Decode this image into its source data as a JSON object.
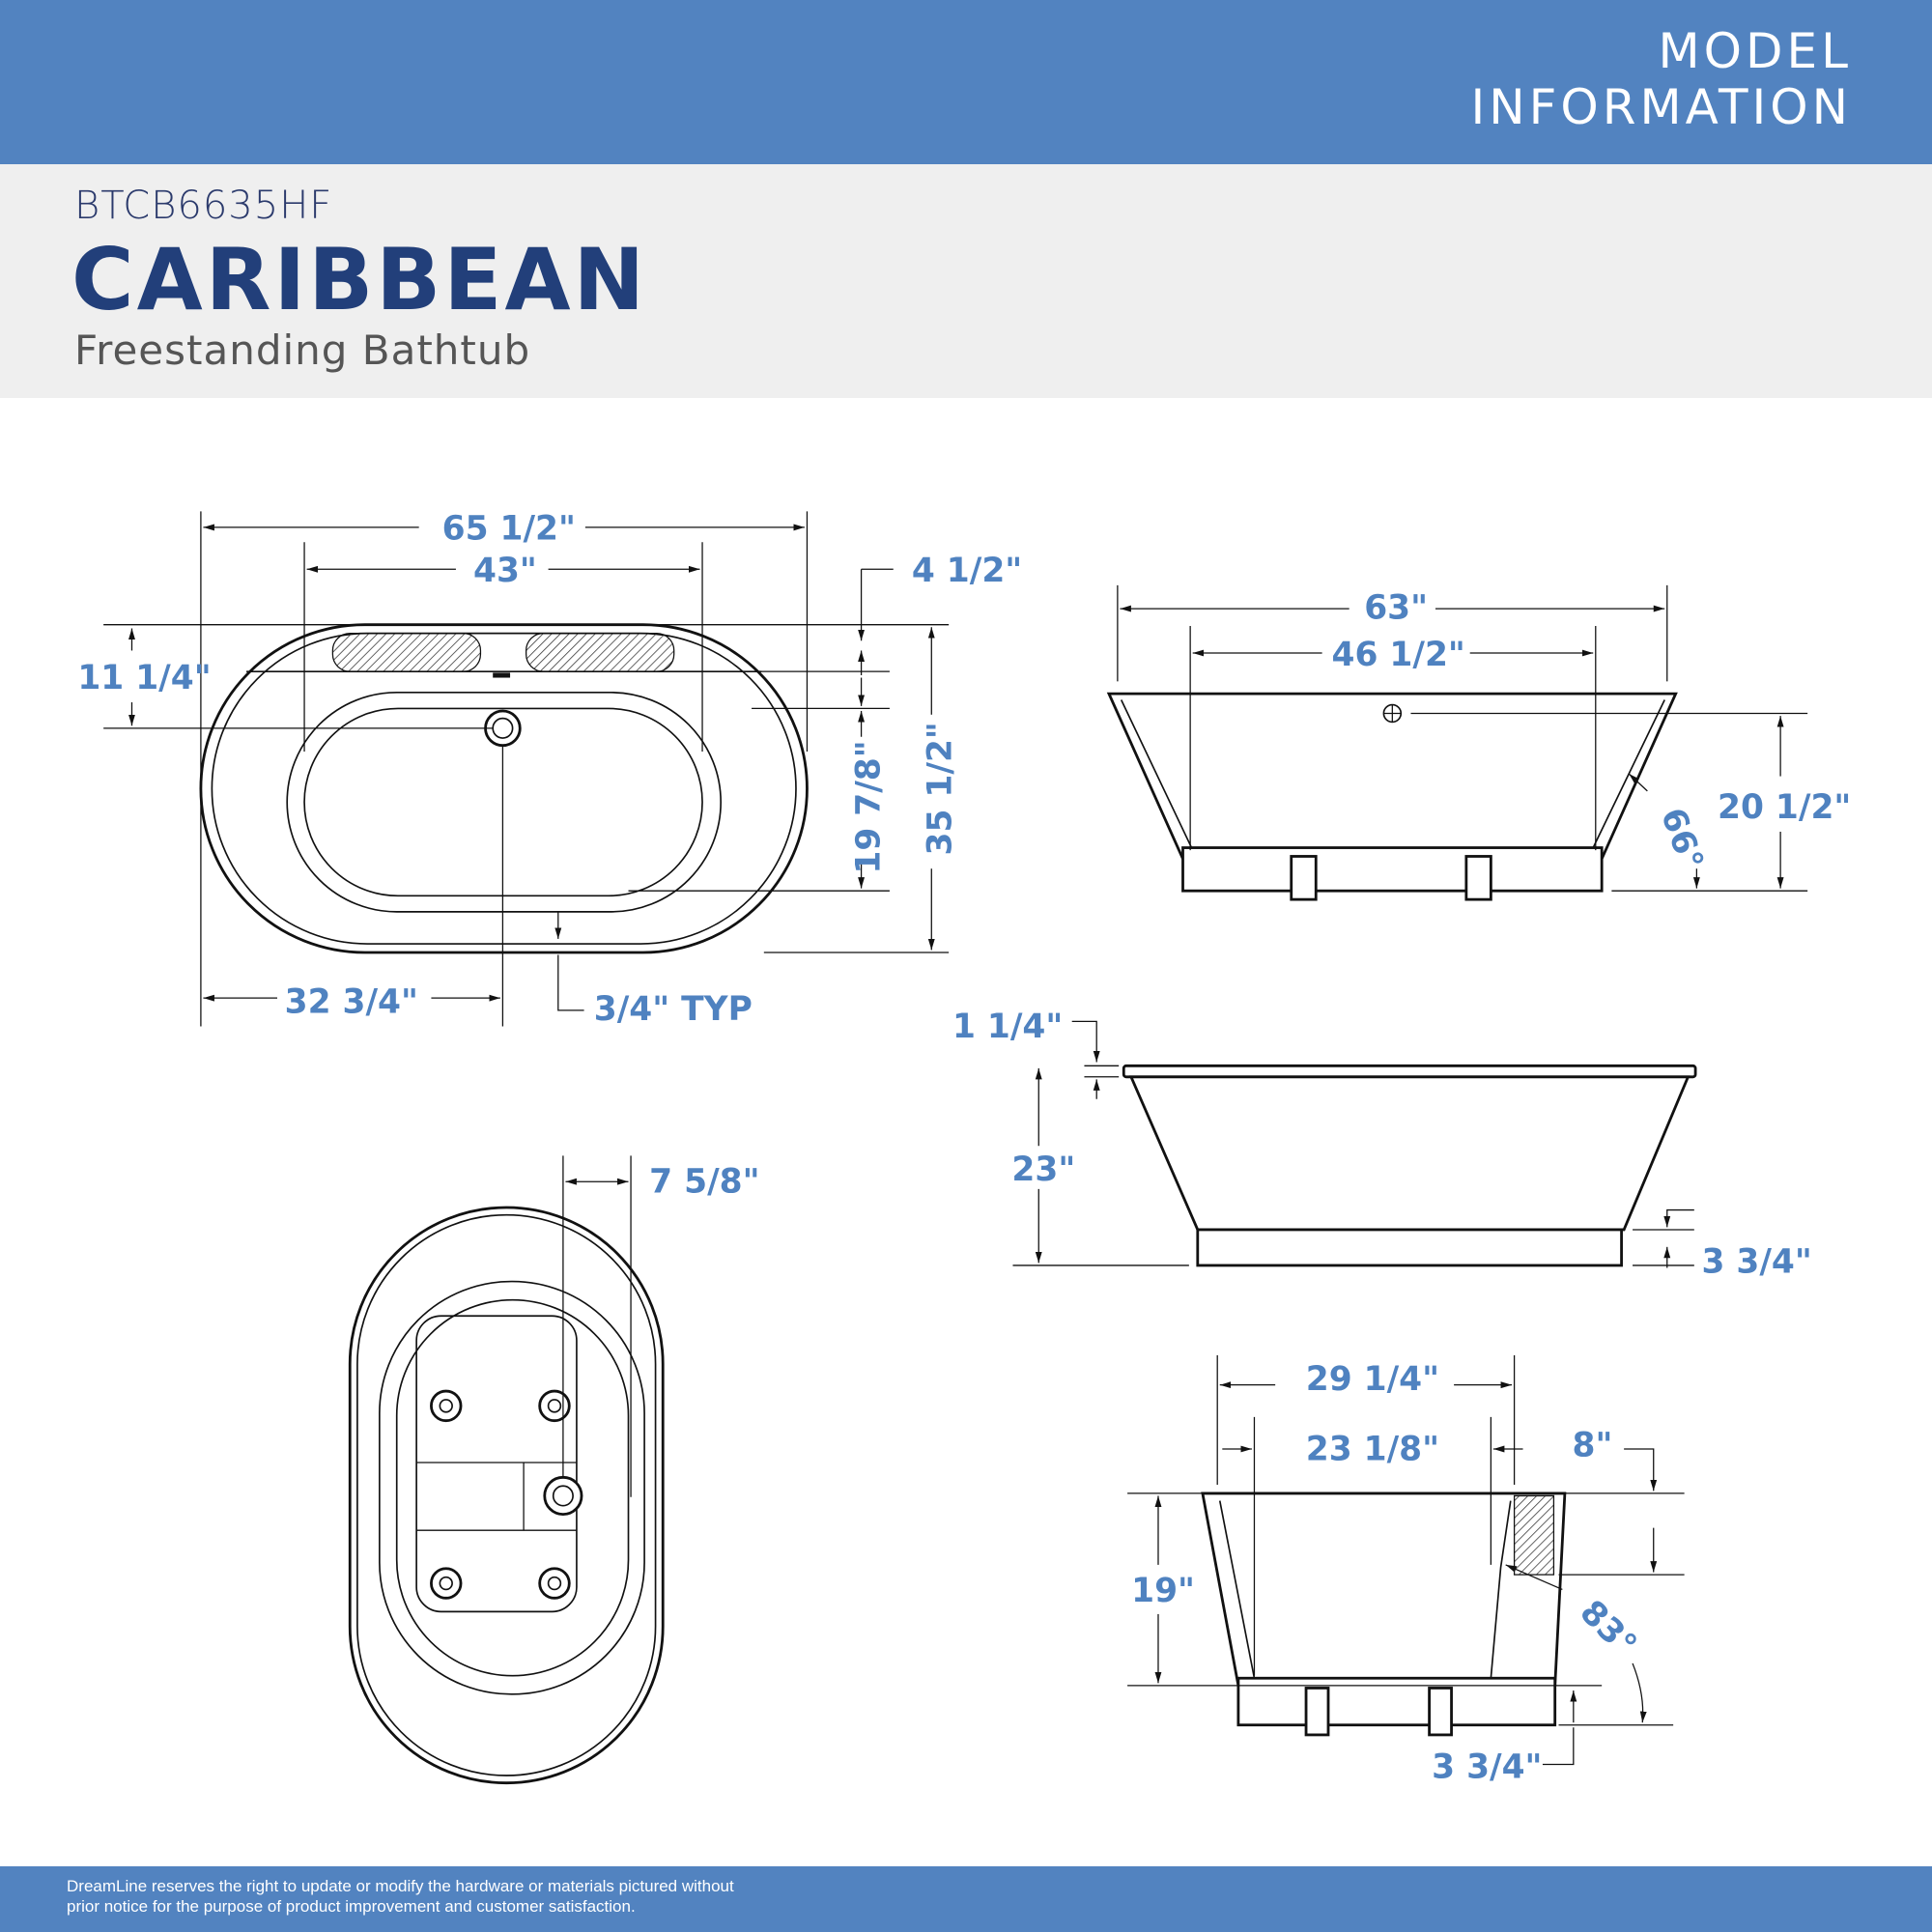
{
  "header": {
    "section_line1": "MODEL",
    "section_line2": "INFORMATION",
    "model_number": "BTCB6635HF",
    "product_name": "CARIBBEAN",
    "product_type": "Freestanding Bathtub"
  },
  "colors": {
    "brand_blue": "#5283c0",
    "dimension_blue": "#4f82c0",
    "title_navy": "#223f7a"
  },
  "top_view": {
    "overall_length": "65 1/2\"",
    "basin_length": "43\"",
    "rim_to_overflow": "4 1/2\"",
    "drain_offset": "11 1/4\"",
    "basin_width": "19 7/8\"",
    "overall_width": "35 1/2\"",
    "drain_from_end": "32 3/4\"",
    "wall_thickness": "3/4\" TYP"
  },
  "side_view": {
    "top_length": "63\"",
    "bottom_length": "46 1/2\"",
    "overflow_height": "20 1/2\"",
    "wall_angle": "66°"
  },
  "front_view": {
    "rim_height": "1 1/4\"",
    "overall_height": "23\"",
    "base_height": "3 3/4\""
  },
  "bottom_view": {
    "drain_offset": "7 5/8\""
  },
  "end_view": {
    "top_width": "29 1/4\"",
    "bottom_width": "23 1/8\"",
    "rim_depth": "8\"",
    "interior_depth": "19\"",
    "wall_angle": "83°",
    "base_height": "3 3/4\""
  },
  "footer": {
    "line1": "DreamLine reserves the right to update or modify the hardware or materials pictured without",
    "line2": "prior notice for the purpose of product improvement and customer satisfaction."
  }
}
